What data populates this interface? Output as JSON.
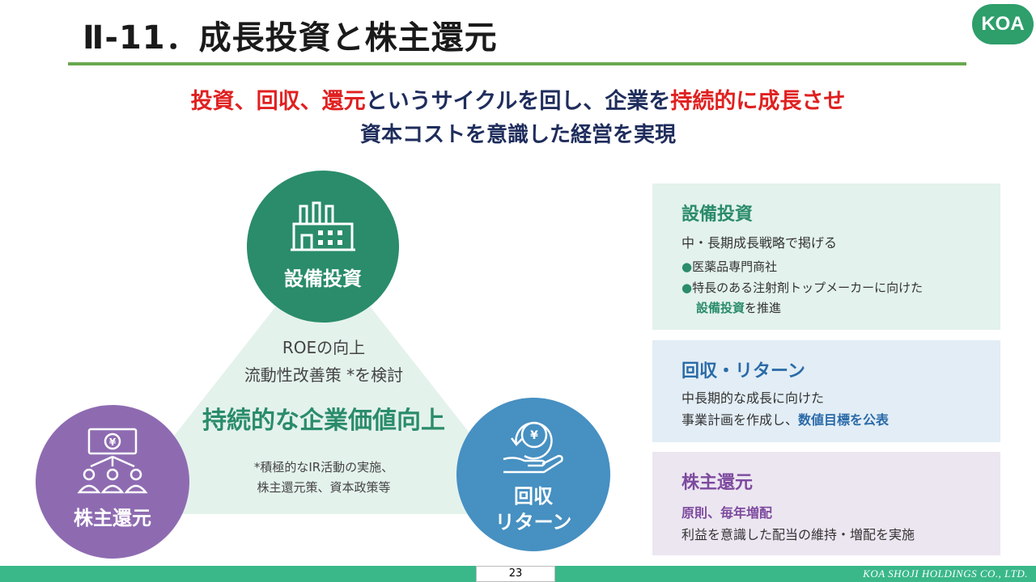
{
  "title": "Ⅱ-11．成長投資と株主還元",
  "logo": "KOA",
  "headline1": {
    "part1": "投資、回収、還元",
    "part2": "というサイクルを回し、企業を",
    "part3": "持続的に成長させ"
  },
  "headline2": "資本コストを意識した経営を実現",
  "cycle": {
    "invest_label": "設備投資",
    "share_label": "株主還元",
    "return_label_1": "回収",
    "return_label_2": "リターン",
    "roe": "ROEの向上",
    "working_capital": "流動性改善策 *を検討",
    "value": "持続的な企業価値向上",
    "note_1": "*積極的なIR活動の実施、",
    "note_2": "株主還元策、資本政策等"
  },
  "panels": {
    "invest": {
      "title": "設備投資",
      "line1": "中・長期成長戦略で掲げる",
      "bullet": "●",
      "item1": "医薬品専門商社",
      "item2": "特長のある注射剤トップメーカーに向けた",
      "item3_bold": "設備投資",
      "item3_rest": "を推進"
    },
    "return": {
      "title": "回収・リターン",
      "line1": "中長期的な成長に向けた",
      "line2_pre": "事業計画を作成し、",
      "line2_bold": "数値目標を公表"
    },
    "shareholder": {
      "title": "株主還元",
      "line1": "原則、毎年増配",
      "line2": "利益を意識した配当の維持・増配を実施"
    }
  },
  "footer": {
    "page": "23",
    "company": "KOA SHOJI HOLDINGS CO., LTD."
  },
  "colors": {
    "green": "#2a8c6a",
    "purple": "#8e6bb1",
    "blue": "#4690c2",
    "red": "#e02020",
    "navy": "#1f2d5c"
  }
}
